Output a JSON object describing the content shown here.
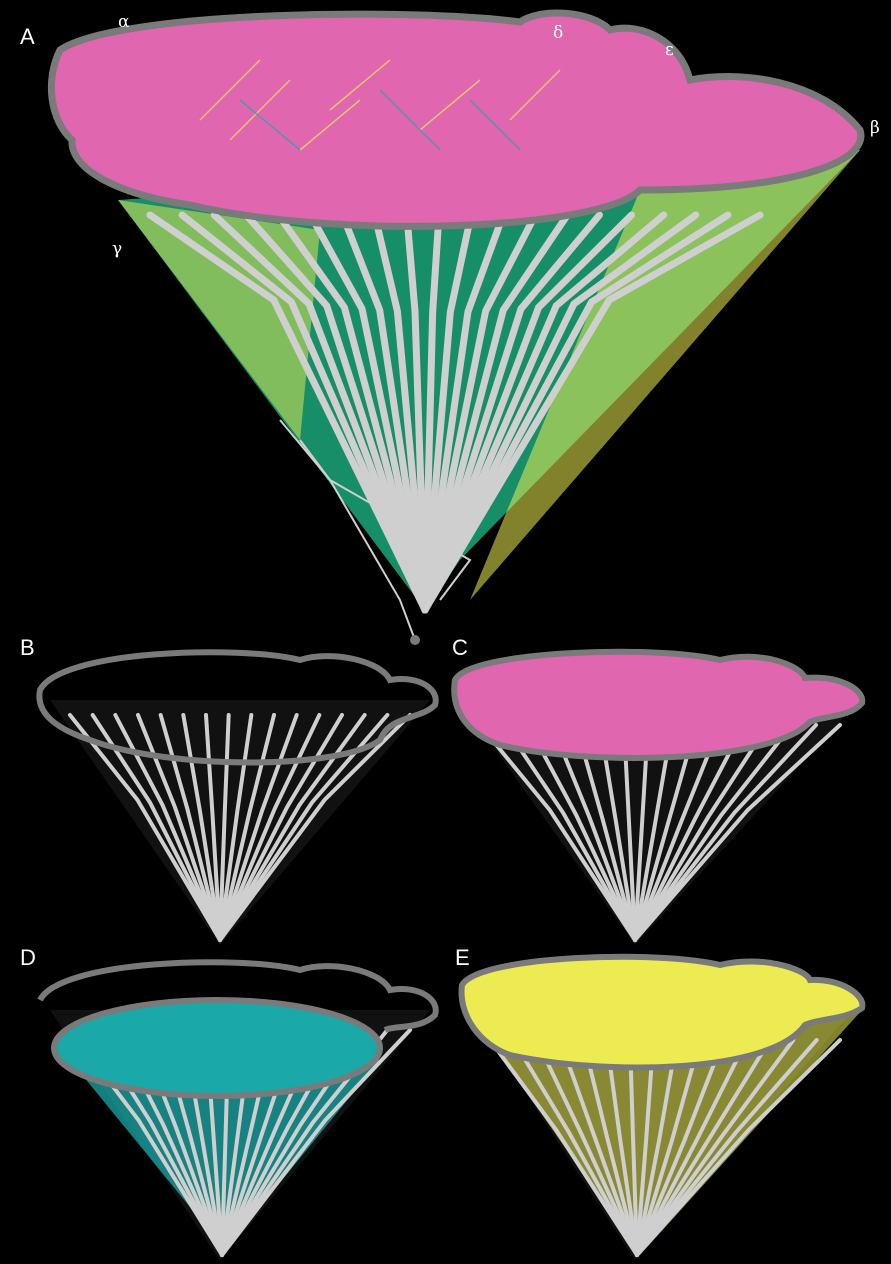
{
  "panels": [
    {
      "id": "A",
      "label": "A",
      "fill": "#e066b0",
      "rim": "#7a7a7a"
    },
    {
      "id": "B",
      "label": "B",
      "fill": "#000000",
      "rim": "#7a7a7a"
    },
    {
      "id": "C",
      "label": "C",
      "fill": "#e066b0",
      "rim": "#7a7a7a"
    },
    {
      "id": "D",
      "label": "D",
      "fill": "#1aa8a8",
      "rim": "#7a7a7a"
    },
    {
      "id": "E",
      "label": "E",
      "fill": "#ecec52",
      "rim": "#7a7a7a"
    }
  ],
  "branch_labels": {
    "alpha": "α",
    "beta": "β",
    "gamma": "γ",
    "delta": "δ",
    "epsilon": "ε"
  },
  "colors": {
    "background": "#000000",
    "tree": "#cfcfcf",
    "pink": "#e066b0",
    "green": "#1aa87a",
    "teal": "#1aa8a8",
    "yellow": "#ecec52",
    "rim": "#7a7a7a"
  }
}
